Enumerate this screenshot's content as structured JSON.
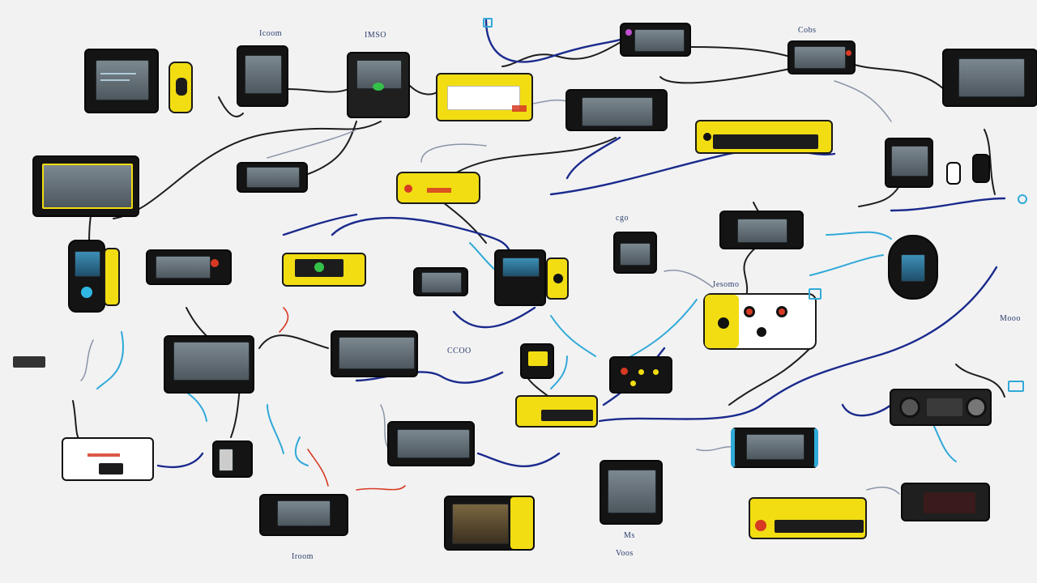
{
  "labels": {
    "top_left": "Icoom",
    "top_mid": "IMSO",
    "top_right": "Cobs",
    "mid_a": "cgo",
    "mid_b": "Iesomo",
    "mid_c": "CCOO",
    "mid_d": "Ms",
    "right_note": "Mooo",
    "bottom_left": "Iroom",
    "bottom_mid": "Voos"
  },
  "colors": {
    "background": "#f2f2f3",
    "device_black": "#141414",
    "device_yellow": "#f2dd12",
    "wire_navy": "#1a2a8c",
    "wire_black": "#1d1d1d",
    "wire_cyan": "#31a9d8",
    "wire_grey": "#8a94a6"
  },
  "icons": [
    "monitor-icon",
    "handheld-device-icon",
    "camera-icon",
    "speaker-icon",
    "connector-plug-icon"
  ]
}
